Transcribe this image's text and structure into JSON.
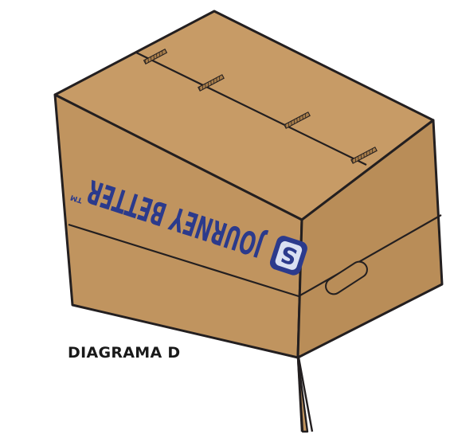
{
  "diagram": {
    "label": "DIAGRAMA D"
  },
  "box": {
    "brand_text": "JOURNEY BETTER",
    "trademark": "TM",
    "logo_letter": "S"
  },
  "colors": {
    "cardboard_front": "#c0945f",
    "cardboard_top": "#c79b66",
    "cardboard_side": "#b98d58",
    "outline": "#231f20",
    "brand_blue": "#2b3a8c"
  }
}
